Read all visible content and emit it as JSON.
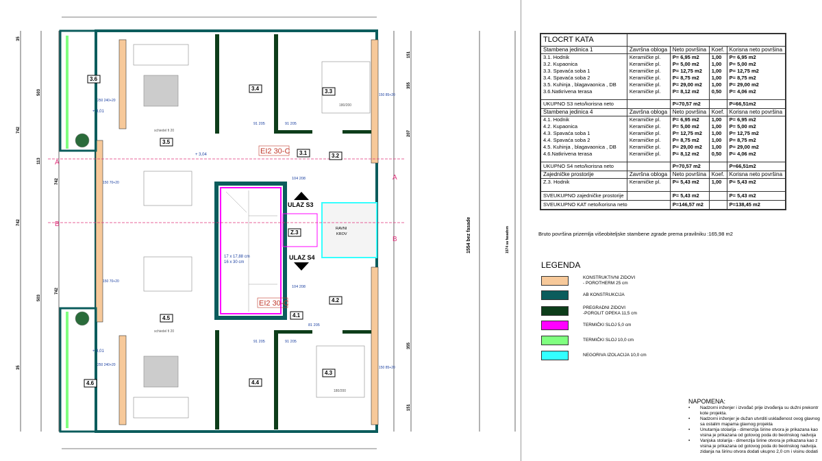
{
  "plan": {
    "rooms": [
      "3.6",
      "3.4",
      "3.3",
      "3.5",
      "3.1",
      "3.2",
      "4.5",
      "4.1",
      "4.2",
      "4.4",
      "4.3",
      "4.6",
      "Z.3"
    ],
    "entrances": [
      "ULAZ S3",
      "ULAZ S4"
    ],
    "flat_roof": [
      "RAVNI",
      "KROV"
    ],
    "fire_door": "EI2 30-C",
    "elevations": [
      "+ 3,01",
      "+ 3,01",
      "+ 3,04"
    ],
    "stair_note": [
      "17 x 17,88 cm",
      "16 x 30 cm"
    ],
    "furniture": [
      "schiedel fi 20",
      "schiedel fi 20",
      "180/200",
      "180/200"
    ],
    "dims_left": [
      "35",
      "503",
      "742",
      "113",
      "742",
      "503",
      "35",
      "742",
      "742"
    ],
    "dims_right": [
      "151",
      "355",
      "207",
      "355",
      "151"
    ],
    "facade_total_1": "1554 bez fasade",
    "facade_total_2": "1574 sa fasadom",
    "section_marks": [
      "A",
      "A",
      "B",
      "B"
    ],
    "windows": [
      "150 70+20",
      "150 70+20",
      "250 240+20",
      "250 240+20",
      "150 85+20",
      "150 85+20"
    ],
    "doors": [
      "91 205",
      "91 205",
      "104 208",
      "104 208",
      "81 205",
      "91 205",
      "91 205"
    ],
    "colors": {
      "brick": "#f7c99a",
      "concrete": "#0b5c5c",
      "partition": "#0d3d1a",
      "thermal5": "#ff00ff",
      "thermal10": "#80ff80",
      "nonflammable": "#33ffff",
      "fire": "#c0392b",
      "section": "#e0307a"
    }
  },
  "table": {
    "title": "TLOCRT KATA",
    "headers": [
      "Završna obloga",
      "Neto površina",
      "Koef.",
      "Korisna neto površina"
    ],
    "unit1": {
      "name": "Stambena jedinica 1",
      "rows": [
        [
          "3.1. Hodnik",
          "Keramičke pl.",
          "P= 6,95 m2",
          "1,00",
          "P= 6,95 m2"
        ],
        [
          "3.2. Kupaonica",
          "Keramičke pl.",
          "P= 5,00 m2",
          "1,00",
          "P= 5,00 m2"
        ],
        [
          "3.3. Spavaća soba 1",
          "Keramičke pl.",
          "P= 12,75 m2",
          "1,00",
          "P= 12,75 m2"
        ],
        [
          "3.4. Spavaća soba 2",
          "Keramičke pl.",
          "P= 8,75 m2",
          "1,00",
          "P= 8,75 m2"
        ],
        [
          "3.5. Kuhinja , blagavaonica , DB",
          "Keramičke pl.",
          "P= 29,00 m2",
          "1,00",
          "P= 29,00 m2"
        ],
        [
          "3.6.Natkrivena terasa",
          "Keramičke pl.",
          "P= 8,12 m2",
          "0,50",
          "P= 4,06 m2"
        ]
      ],
      "total_label": "UKUPNO S3 neto/korisna neto",
      "total_net": "P=70,57 m2",
      "total_useful": "P=66,51m2"
    },
    "unit4": {
      "name": "Stambena jedinica 4",
      "rows": [
        [
          "4.1. Hodnik",
          "Keramičke pl.",
          "P= 6,95 m2",
          "1,00",
          "P= 6,95 m2"
        ],
        [
          "4.2. Kupaonica",
          "Keramičke pl.",
          "P= 5,00 m2",
          "1,00",
          "P= 5,00 m2"
        ],
        [
          "4.3. Spavaća soba 1",
          "Keramičke pl.",
          "P= 12,75 m2",
          "1,00",
          "P= 12,75 m2"
        ],
        [
          "4.4. Spavaća soba 2",
          "Keramičke pl.",
          "P= 8,75 m2",
          "1,00",
          "P= 8,75 m2"
        ],
        [
          "4.5. Kuhinja , blagavaonica , DB",
          "Keramičke pl.",
          "P= 29,00 m2",
          "1,00",
          "P= 29,00 m2"
        ],
        [
          "4.6.Natkrivena terasa",
          "Keramičke pl.",
          "P= 8,12 m2",
          "0,50",
          "P= 4,06 m2"
        ]
      ],
      "total_label": "UKUPNO S4 neto/korisna neto",
      "total_net": "P=70,57 m2",
      "total_useful": "P=66,51m2"
    },
    "common": {
      "name": "Zajedničke prostorije",
      "rows": [
        [
          "Z.3. Hodnik",
          "Keramičke pl.",
          "P= 5,43 m2",
          "1,00",
          "P= 5,43 m2"
        ]
      ],
      "total_label": "SVEUKUPNO zajedničke prostorije",
      "total_net": "P= 5,43 m2",
      "total_useful": "P= 5,43 m2"
    },
    "floor_total_label": "SVEUKUPNO KAT neto/korisna neto",
    "floor_total_net": "P=146,57 m2",
    "floor_total_useful": "P=138,45 m2"
  },
  "bruto": "Bruto površina prizemlja višeobiteljske stambene zgrade prema pravilniku :165,98 m2",
  "legend": {
    "title": "LEGENDA",
    "items": [
      {
        "label": "KONSTRUKTIVNI ZIDOVI\n- POROTHERM 25 cm",
        "color": "#f7c99a"
      },
      {
        "label": "AB KONSTRUKCIJA",
        "color": "#0b5c5c"
      },
      {
        "label": "PREGRADNI ZIDOVI\n-POROLIT OPEKA 11,5 cm",
        "color": "#0d3d1a"
      },
      {
        "label": "TERMIČKI SLOJ 5,0 cm",
        "color": "#ff00ff"
      },
      {
        "label": "TERMIČKI SLOJ 10,0 cm",
        "color": "#80ff80"
      },
      {
        "label": "NEGORIVA IZOLACIJA 10,0 cm",
        "color": "#33ffff"
      }
    ]
  },
  "notes": {
    "title": "NAPOMENA:",
    "items": [
      "Nadzorni inženjer i izvođač prije izvođenja su dužni prekontr\nkote projekta.",
      "Nadzorni inženjer je dužan utvrditi usklađenost ovog glavnog\nsa ostalim mapama glavnog projekta",
      "Unutarnja stolarija - dimenzija širine otvora je prikazana kao\nvisina je prikazana od gotovog poda do beotnskog nadvoja",
      "Vanjska stolarija - dimenzija širine otvora je prikazana kao z\nvisina je prikazana od gotovog poda do beotnskog nadvoja.\nzidanja na širinu otvora dodati ukupno 2,0 cm i visinu dodati"
    ]
  }
}
